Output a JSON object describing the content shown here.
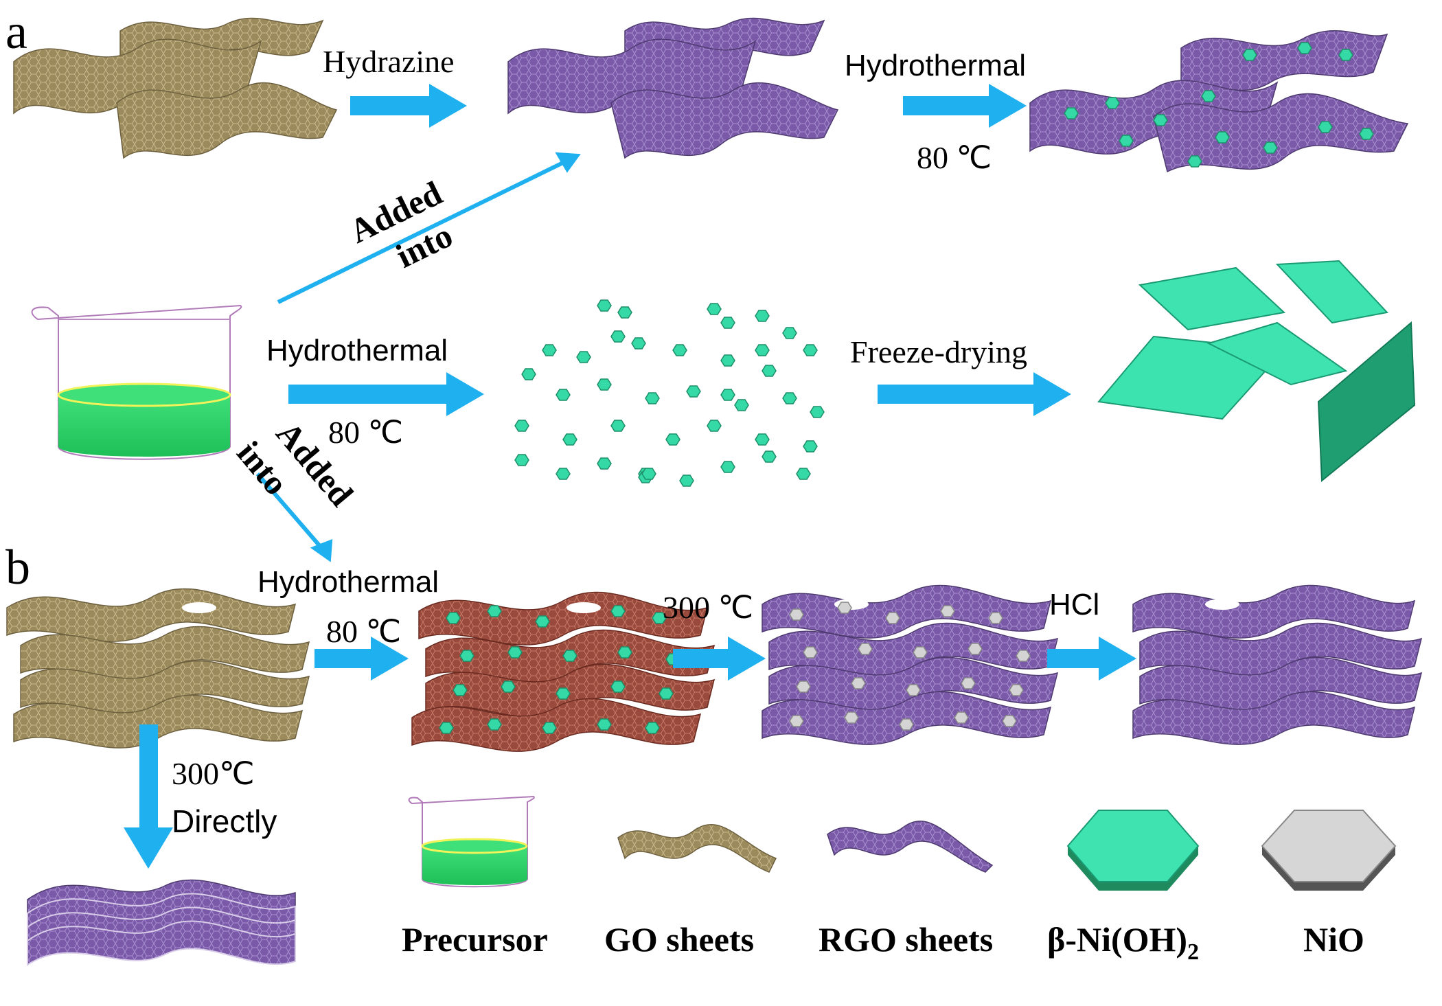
{
  "panels": {
    "a": "a",
    "b": "b"
  },
  "steps": {
    "hydrazine": "Hydrazine",
    "hydrothermal": "Hydrothermal",
    "temp_80": "80 ℃",
    "added": "Added",
    "into": "into",
    "freeze_drying": "Freeze-drying",
    "temp_300": "300 ℃",
    "hcl": "HCl",
    "temp_300_directly": "300℃",
    "directly": "Directly"
  },
  "legend": {
    "precursor": "Precursor",
    "go_sheets": "GO sheets",
    "rgo_sheets": "RGO sheets",
    "nioh2_prefix": "β-Ni(OH)",
    "nioh2_sub": "2",
    "nio": "NiO"
  },
  "colors": {
    "arrow": "#1fb0ef",
    "go_sheet": "#9b8a5c",
    "rgo_sheet": "#7a5aa8",
    "hybrid_sheet": "#9a4a3c",
    "nioh2": "#35d9a6",
    "nio": "#c8c8c8",
    "precursor_liquid": "#2fd36a"
  }
}
